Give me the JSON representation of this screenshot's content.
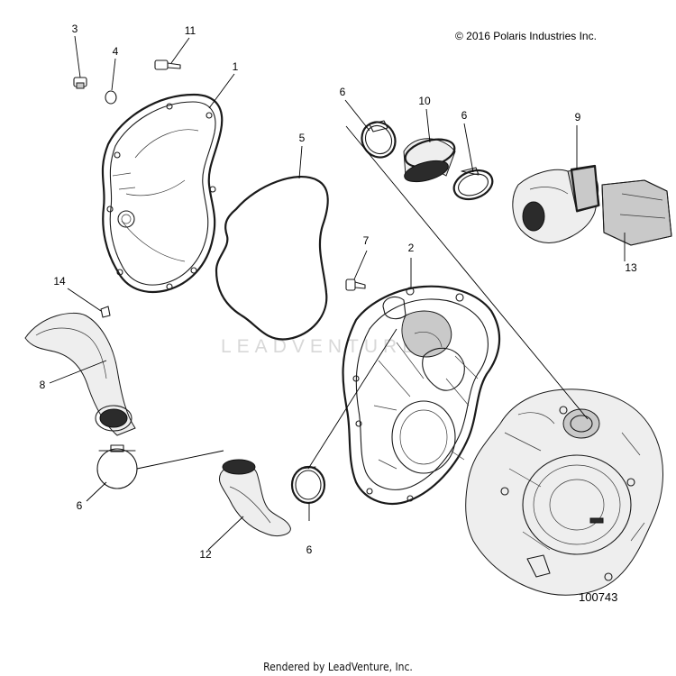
{
  "header": {
    "copyright": "© 2016 Polaris Industries Inc."
  },
  "footer": {
    "diagram_id": "100743",
    "credit": "Rendered by LeadVenture, Inc."
  },
  "watermark": {
    "text": "LEADVENTURE"
  },
  "callouts": {
    "c1": "1",
    "c2": "2",
    "c3": "3",
    "c4": "4",
    "c5": "5",
    "c6a": "6",
    "c6b": "6",
    "c6c": "6",
    "c6d": "6",
    "c7": "7",
    "c8": "8",
    "c9": "9",
    "c10": "10",
    "c11": "11",
    "c12": "12",
    "c13": "13",
    "c14": "14"
  },
  "colors": {
    "line": "#1a1a1a",
    "shade": "#c9c9c9",
    "watermark": "#d8d8d8"
  }
}
